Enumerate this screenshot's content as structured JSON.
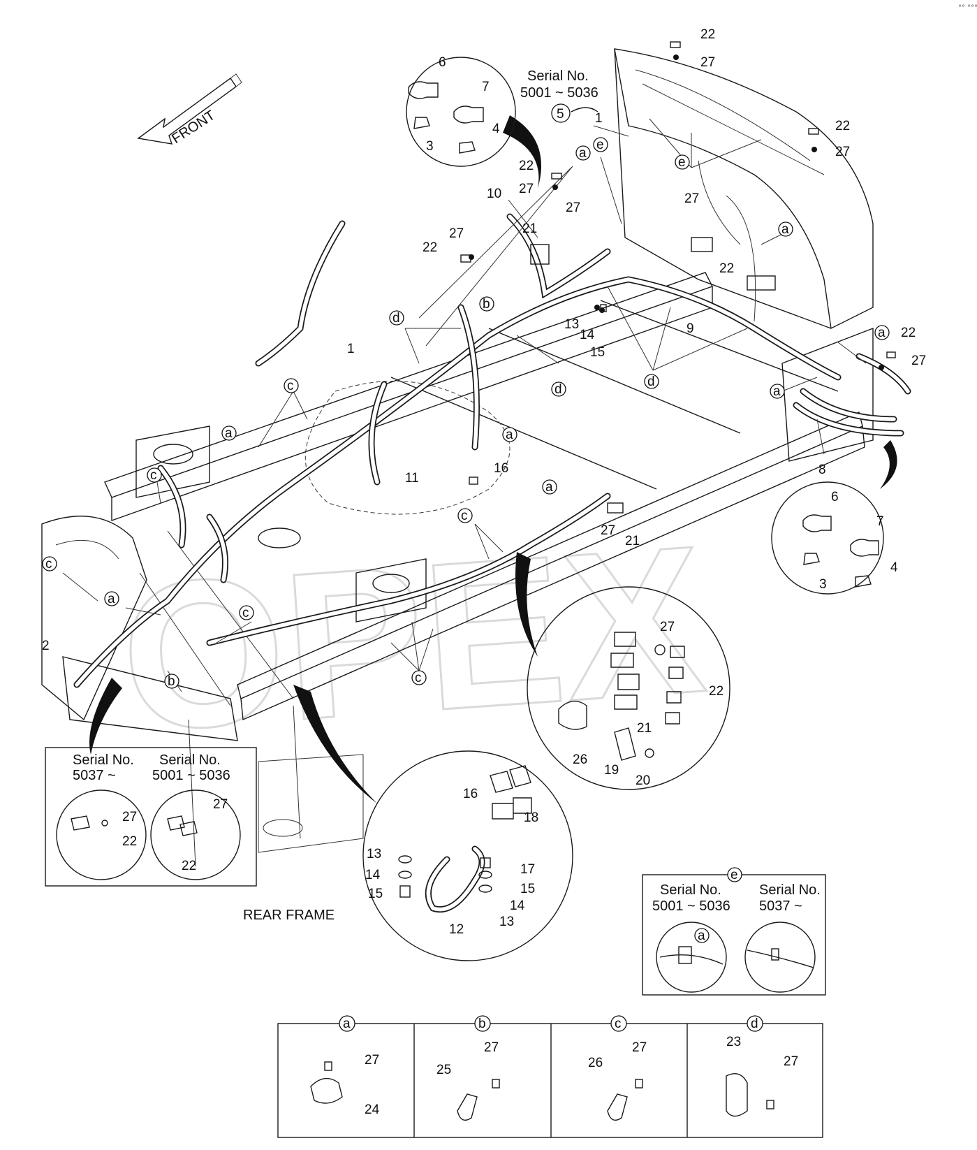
{
  "watermark": "OPEX",
  "front_label": "FRONT",
  "corner_mark": "°° °°°",
  "rear_frame_label": "REAR FRAME",
  "top_serial": {
    "label": "Serial No.",
    "range": "5001 ~ 5036",
    "part": "5"
  },
  "callouts": {
    "c1": "1",
    "c2": "2",
    "c3": "3",
    "c4": "4",
    "c5": "5",
    "c6": "6",
    "c7": "7",
    "c8": "8",
    "c9": "9",
    "c10": "10",
    "c11": "11",
    "c12": "12",
    "c13": "13",
    "c14": "14",
    "c15": "15",
    "c16": "16",
    "c17": "17",
    "c18": "18",
    "c19": "19",
    "c20": "20",
    "c21": "21",
    "c22": "22",
    "c23": "23",
    "c24": "24",
    "c25": "25",
    "c26": "26",
    "c27": "27"
  },
  "clamp_letters": {
    "a": "a",
    "b": "b",
    "c": "c",
    "d": "d",
    "e": "e"
  },
  "inset_left": {
    "serial_a_label": "Serial No.",
    "serial_a_range": "5037 ~",
    "serial_b_label": "Serial No.",
    "serial_b_range": "5001 ~ 5036"
  },
  "inset_e": {
    "letter": "e",
    "serial_a_label": "Serial No.",
    "serial_a_range": "5001 ~ 5036",
    "serial_b_label": "Serial No.",
    "serial_b_range": "5037 ~"
  },
  "clamp_table": [
    {
      "letter": "a",
      "parts": [
        "27",
        "24"
      ]
    },
    {
      "letter": "b",
      "parts": [
        "25",
        "27"
      ]
    },
    {
      "letter": "c",
      "parts": [
        "26",
        "27"
      ]
    },
    {
      "letter": "d",
      "parts": [
        "23",
        "27"
      ]
    }
  ]
}
